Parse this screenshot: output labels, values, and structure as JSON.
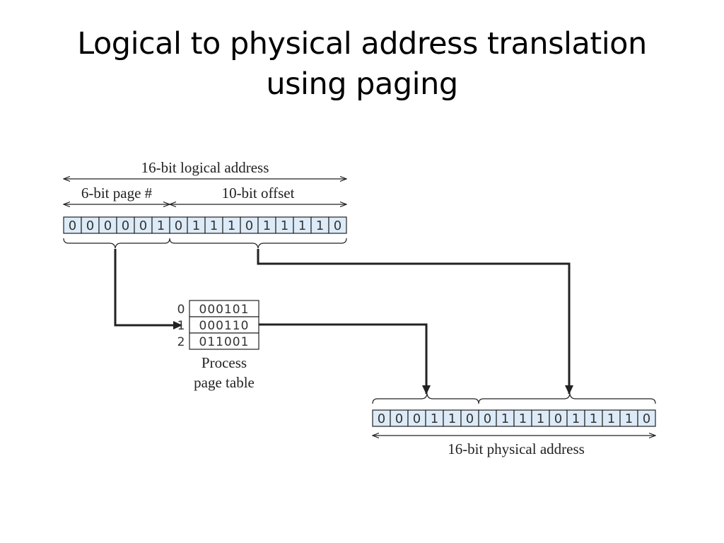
{
  "title": {
    "line1": "Logical to physical address translation",
    "line2": "using paging"
  },
  "logical_address": {
    "label": "16-bit logical address",
    "page_label": "6-bit page #",
    "offset_label": "10-bit offset",
    "bits": [
      "0",
      "0",
      "0",
      "0",
      "0",
      "1",
      "0",
      "1",
      "1",
      "1",
      "0",
      "1",
      "1",
      "1",
      "1",
      "0"
    ]
  },
  "page_table": {
    "caption_line1": "Process",
    "caption_line2": "page table",
    "indices": [
      "0",
      "1",
      "2"
    ],
    "entries": [
      "000101",
      "000110",
      "011001"
    ]
  },
  "physical_address": {
    "label": "16-bit physical address",
    "bits": [
      "0",
      "0",
      "0",
      "1",
      "1",
      "0",
      "0",
      "1",
      "1",
      "1",
      "0",
      "1",
      "1",
      "1",
      "1",
      "0"
    ]
  },
  "colors": {
    "cell_fill": "#dcebf7",
    "stroke": "#222222"
  }
}
